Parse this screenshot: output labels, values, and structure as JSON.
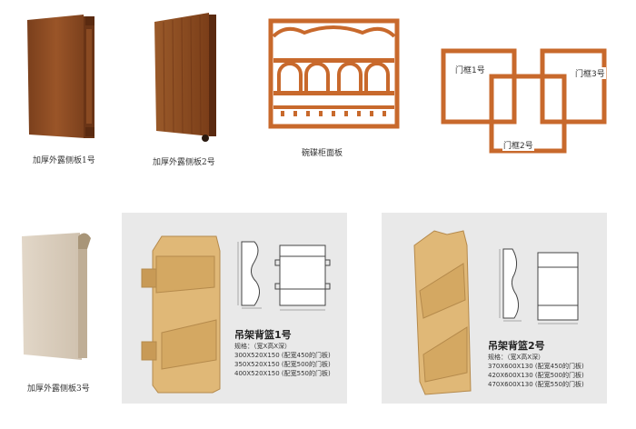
{
  "products": [
    {
      "caption": "加厚外露侧板1号"
    },
    {
      "caption": "加厚外露侧板2号"
    },
    {
      "caption": "碗碟柜面板"
    },
    {
      "caption": "加厚外露侧板3号"
    }
  ],
  "door_frames": [
    "门框1号",
    "门框2号",
    "门框3号"
  ],
  "baskets": [
    {
      "title": "吊架背篮1号",
      "spec_label": "规格：（宽X高X深）",
      "sizes": [
        "300X520X150 (配宽450的门板)",
        "350X520X150 (配宽500的门板)",
        "400X520X150 (配宽550的门板)"
      ]
    },
    {
      "title": "吊架背篮2号",
      "spec_label": "规格：（宽X高X深）",
      "sizes": [
        "370X600X130 (配宽450的门板)",
        "420X600X130 (配宽500的门板)",
        "470X600X130 (配宽550的门板)"
      ]
    }
  ],
  "colors": {
    "wood_dark": "#8a4a22",
    "wood_frame": "#c8692c",
    "wood_light": "#e0b877",
    "panel_bg": "#e9e9e9"
  }
}
